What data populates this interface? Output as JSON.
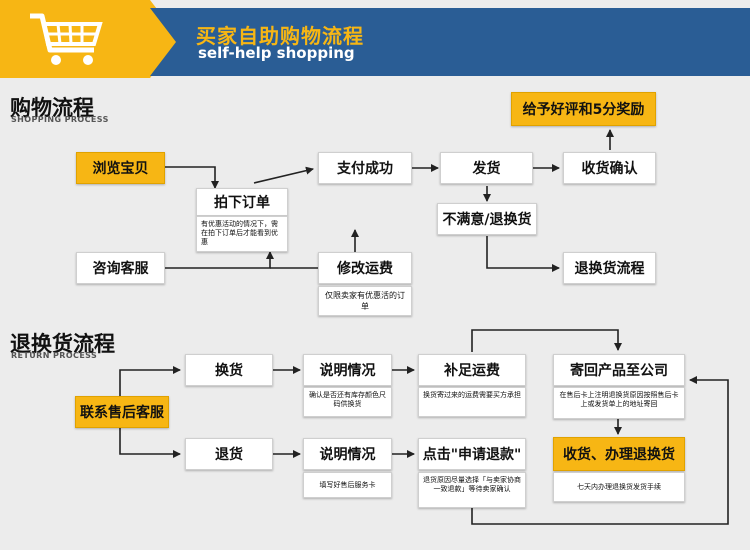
{
  "header": {
    "title": "买家自助购物流程",
    "subtitle": "self-help shopping",
    "icon": "shopping-cart-icon"
  },
  "shopping": {
    "title": "购物流程",
    "subtitle": "SHOPPING PROCESS",
    "browse": "浏览宝贝",
    "consult": "咨询客服",
    "order": "拍下订单",
    "order_note": "有优惠活动的情况下，需在拍下订单后才能看到优惠",
    "pay": "支付成功",
    "modify": "修改运费",
    "modify_note": "仅限卖家有优惠活的订单",
    "ship": "发货",
    "unsatisfied": "不满意/退换货",
    "receive": "收货确认",
    "review": "给予好评和5分奖励",
    "return_flow": "退换货流程"
  },
  "return": {
    "title": "退换货流程",
    "subtitle": "RETURN PROCESS",
    "contact": "联系售后客服",
    "exchange": "换货",
    "refund": "退货",
    "explain1": "说明情况",
    "explain1_note": "确认是否还有库存颜色尺码供换货",
    "explain2": "说明情况",
    "explain2_note": "填写好售后服务卡",
    "supplement": "补足运费",
    "supplement_note": "换货寄过来的运费需要买方承担",
    "apply": "点击\"申请退款\"",
    "apply_note": "退货原因尽量选择「与卖家协商一致退款」等待卖家确认",
    "sendback": "寄回产品至公司",
    "sendback_note": "在售后卡上注明退换货原因按照售后卡上或发货单上的地址寄回",
    "handle": "收货、办理退换货",
    "handle_note": "七天内办理退换货发货手续"
  },
  "colors": {
    "accent_yellow": "#f7b614",
    "header_blue": "#2a5d95",
    "background": "#ececec"
  }
}
